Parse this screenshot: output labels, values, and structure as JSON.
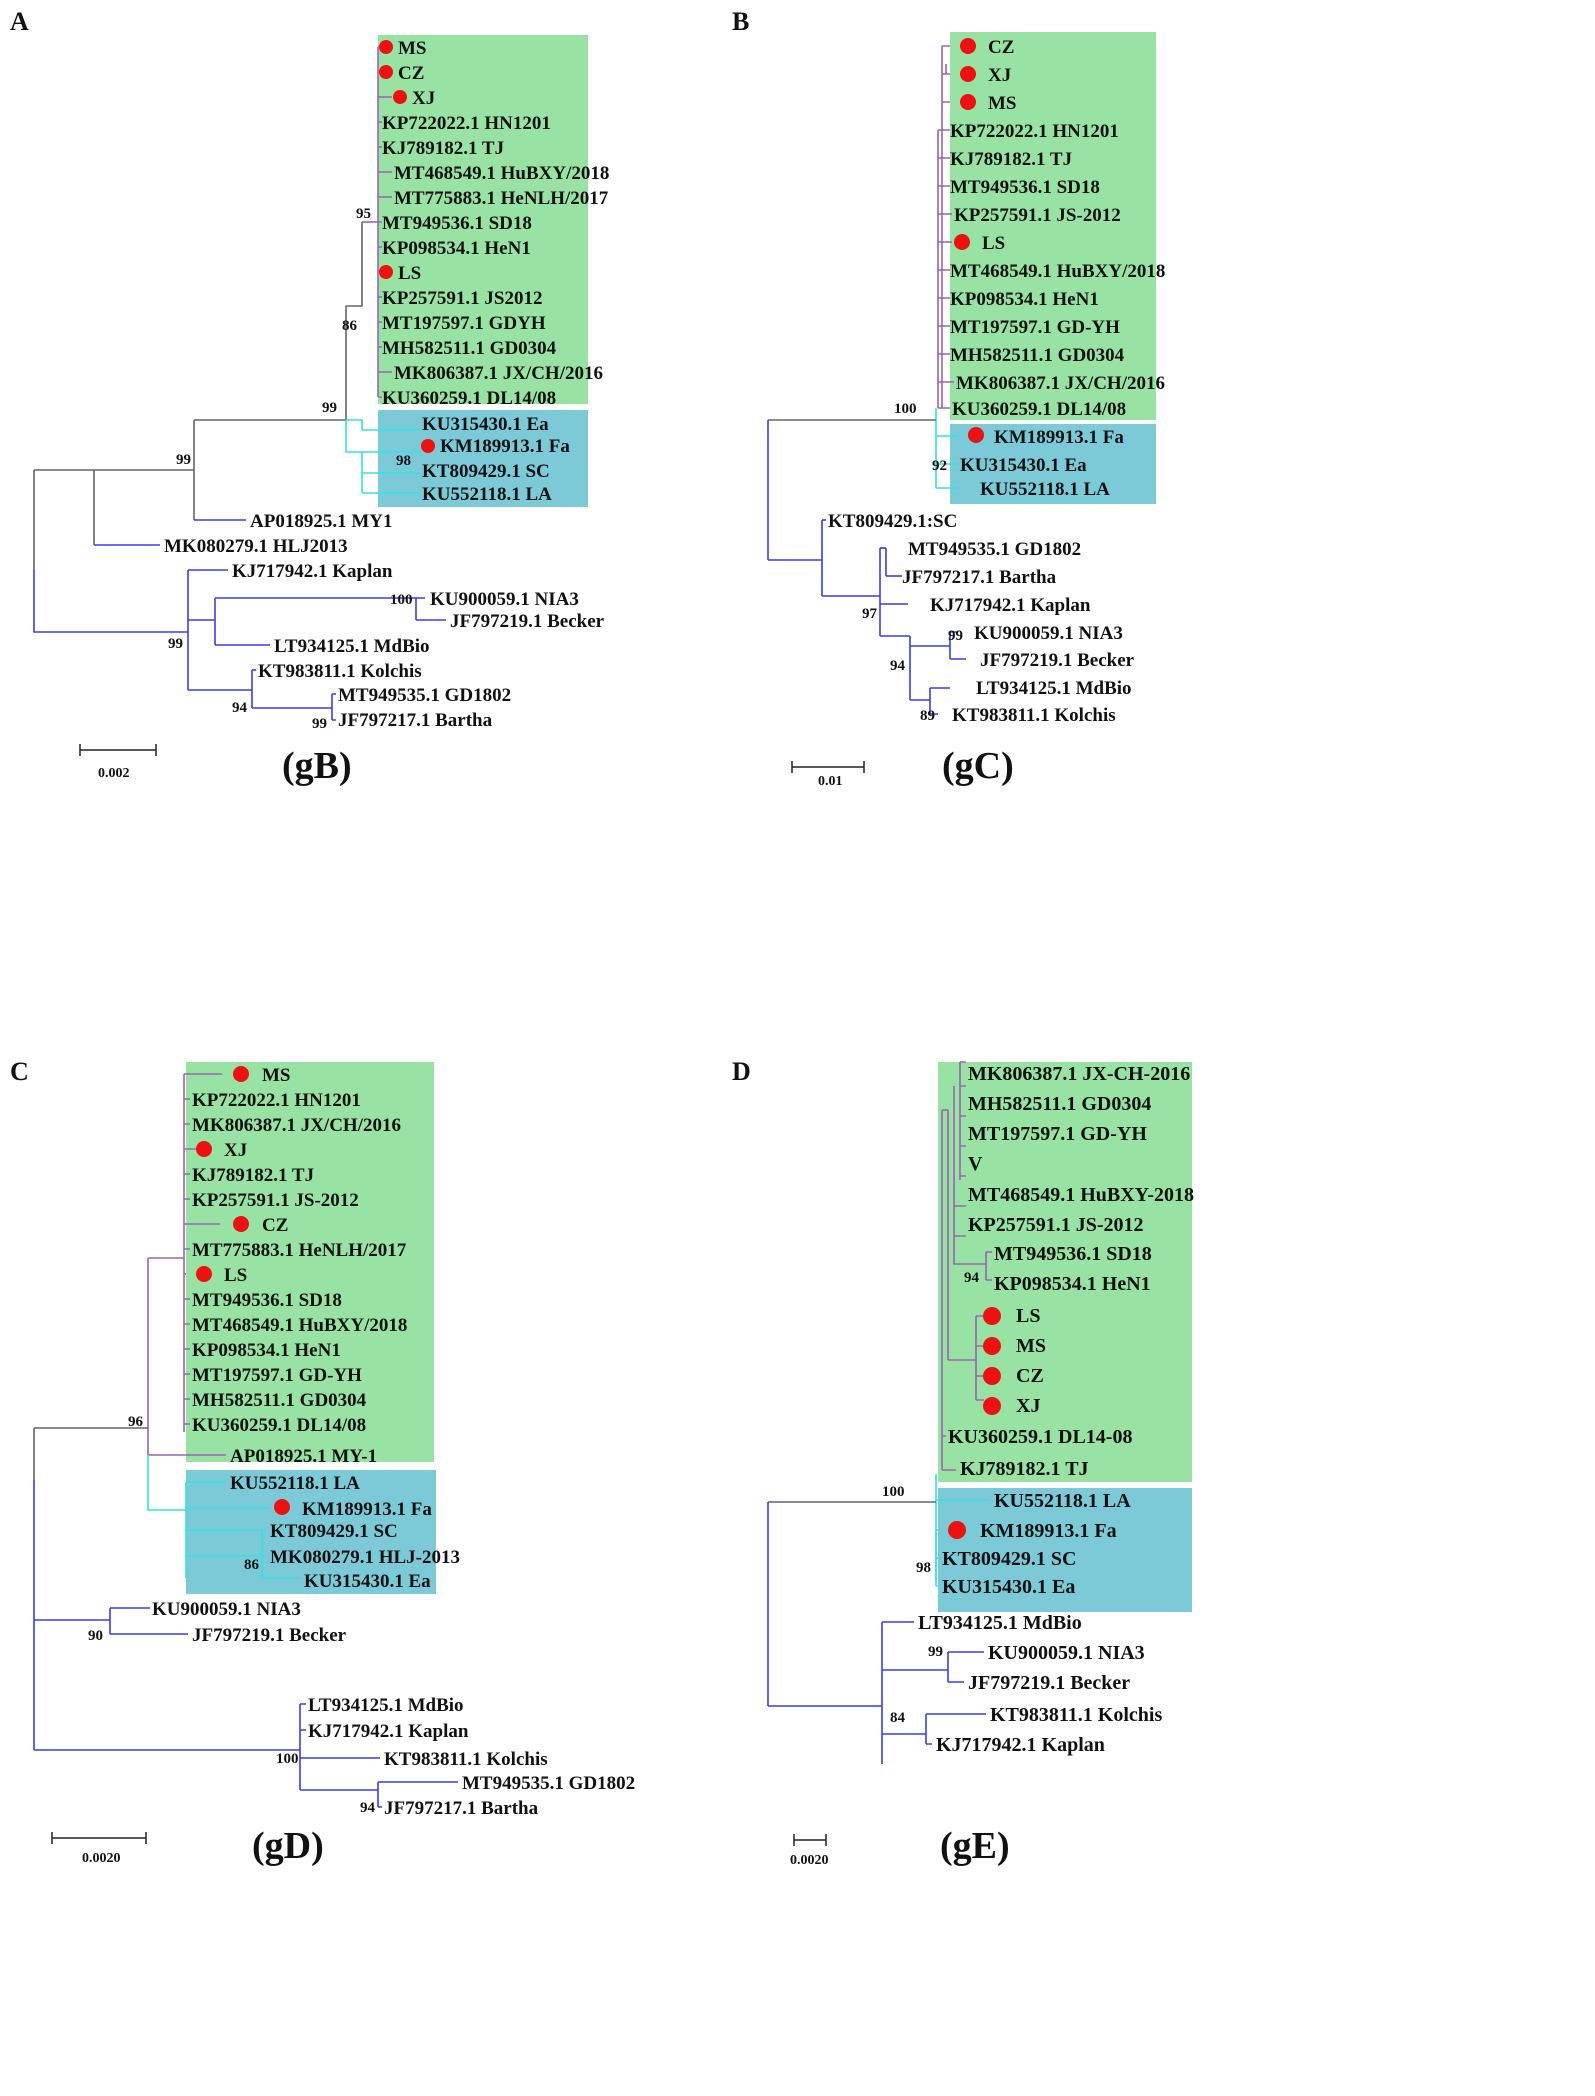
{
  "colors": {
    "green_box": "#98e2a4",
    "blue_box": "#7ccad8",
    "purple_branch": "#9a64b4",
    "cyan_branch": "#35e1e6",
    "blue_branch": "#3c3ce8",
    "gray_branch": "#666666",
    "marker": "#ee1111",
    "text": "#111111"
  },
  "icons": {
    "marker": "red-dot-icon"
  },
  "panels": [
    {
      "id": "A",
      "letter": "A",
      "gene": "(gB)",
      "scale": "0.002",
      "green_leaves": [
        {
          "label": "MS",
          "marker": true
        },
        {
          "label": "CZ",
          "marker": true
        },
        {
          "label": "XJ",
          "marker": true
        },
        {
          "label": "KP722022.1 HN1201",
          "marker": false
        },
        {
          "label": "KJ789182.1 TJ",
          "marker": false
        },
        {
          "label": "MT468549.1 HuBXY/2018",
          "marker": false
        },
        {
          "label": "MT775883.1 HeNLH/2017",
          "marker": false
        },
        {
          "label": "MT949536.1 SD18",
          "marker": false
        },
        {
          "label": "KP098534.1 HeN1",
          "marker": false
        },
        {
          "label": "LS",
          "marker": true
        },
        {
          "label": "KP257591.1 JS2012",
          "marker": false
        },
        {
          "label": "MT197597.1 GDYH",
          "marker": false
        },
        {
          "label": "MH582511.1 GD0304",
          "marker": false
        },
        {
          "label": "MK806387.1 JX/CH/2016",
          "marker": false
        },
        {
          "label": "KU360259.1 DL14/08",
          "marker": false
        }
      ],
      "blue_leaves": [
        {
          "label": "KU315430.1 Ea",
          "marker": false
        },
        {
          "label": "KM189913.1 Fa",
          "marker": true
        },
        {
          "label": "KT809429.1 SC",
          "marker": false
        },
        {
          "label": "KU552118.1 LA",
          "marker": false
        }
      ],
      "outer_leaves": [
        {
          "label": "AP018925.1 MY1"
        },
        {
          "label": "MK080279.1 HLJ2013"
        },
        {
          "label": "KJ717942.1 Kaplan"
        },
        {
          "label": "KU900059.1 NIA3"
        },
        {
          "label": "JF797219.1 Becker"
        },
        {
          "label": "LT934125.1 MdBio"
        },
        {
          "label": "KT983811.1 Kolchis"
        },
        {
          "label": "MT949535.1 GD1802"
        },
        {
          "label": "JF797217.1 Bartha"
        }
      ],
      "bootstrap": [
        "95",
        "86",
        "99",
        "98",
        "99",
        "100",
        "99",
        "94",
        "99"
      ]
    },
    {
      "id": "B",
      "letter": "B",
      "gene": "(gC)",
      "scale": "0.01",
      "green_leaves": [
        {
          "label": "CZ",
          "marker": true
        },
        {
          "label": "XJ",
          "marker": true
        },
        {
          "label": "MS",
          "marker": true
        },
        {
          "label": "KP722022.1 HN1201",
          "marker": false
        },
        {
          "label": "KJ789182.1 TJ",
          "marker": false
        },
        {
          "label": "MT949536.1 SD18",
          "marker": false
        },
        {
          "label": "KP257591.1 JS-2012",
          "marker": false
        },
        {
          "label": "LS",
          "marker": true
        },
        {
          "label": "MT468549.1 HuBXY/2018",
          "marker": false
        },
        {
          "label": "KP098534.1 HeN1",
          "marker": false
        },
        {
          "label": "MT197597.1 GD-YH",
          "marker": false
        },
        {
          "label": "MH582511.1 GD0304",
          "marker": false
        },
        {
          "label": "MK806387.1 JX/CH/2016",
          "marker": false
        },
        {
          "label": "KU360259.1 DL14/08",
          "marker": false
        }
      ],
      "blue_leaves": [
        {
          "label": "KM189913.1 Fa",
          "marker": true
        },
        {
          "label": "KU315430.1 Ea",
          "marker": false
        },
        {
          "label": "KU552118.1 LA",
          "marker": false
        }
      ],
      "outer_leaves": [
        {
          "label": "KT809429.1:SC"
        },
        {
          "label": "MT949535.1 GD1802"
        },
        {
          "label": "JF797217.1 Bartha"
        },
        {
          "label": "KJ717942.1 Kaplan"
        },
        {
          "label": "KU900059.1 NIA3"
        },
        {
          "label": "JF797219.1 Becker"
        },
        {
          "label": "LT934125.1 MdBio"
        },
        {
          "label": "KT983811.1 Kolchis"
        }
      ],
      "bootstrap": [
        "100",
        "92",
        "97",
        "99",
        "94",
        "89"
      ]
    },
    {
      "id": "C",
      "letter": "C",
      "gene": "(gD)",
      "scale": "0.0020",
      "green_leaves": [
        {
          "label": "MS",
          "marker": true
        },
        {
          "label": "KP722022.1 HN1201",
          "marker": false
        },
        {
          "label": "MK806387.1 JX/CH/2016",
          "marker": false
        },
        {
          "label": "XJ",
          "marker": true
        },
        {
          "label": "KJ789182.1 TJ",
          "marker": false
        },
        {
          "label": "KP257591.1 JS-2012",
          "marker": false
        },
        {
          "label": "CZ",
          "marker": true
        },
        {
          "label": "MT775883.1 HeNLH/2017",
          "marker": false
        },
        {
          "label": "LS",
          "marker": true
        },
        {
          "label": "MT949536.1 SD18",
          "marker": false
        },
        {
          "label": "MT468549.1 HuBXY/2018",
          "marker": false
        },
        {
          "label": "KP098534.1 HeN1",
          "marker": false
        },
        {
          "label": "MT197597.1 GD-YH",
          "marker": false
        },
        {
          "label": "MH582511.1 GD0304",
          "marker": false
        },
        {
          "label": "KU360259.1 DL14/08",
          "marker": false
        },
        {
          "label": "AP018925.1 MY-1",
          "marker": false
        }
      ],
      "blue_leaves": [
        {
          "label": "KU552118.1 LA",
          "marker": false
        },
        {
          "label": "KM189913.1 Fa",
          "marker": true
        },
        {
          "label": "KT809429.1 SC",
          "marker": false
        },
        {
          "label": "MK080279.1 HLJ-2013",
          "marker": false
        },
        {
          "label": "KU315430.1 Ea",
          "marker": false
        }
      ],
      "outer_leaves": [
        {
          "label": "KU900059.1 NIA3"
        },
        {
          "label": "JF797219.1 Becker"
        },
        {
          "label": "LT934125.1 MdBio"
        },
        {
          "label": "KJ717942.1 Kaplan"
        },
        {
          "label": "KT983811.1 Kolchis"
        },
        {
          "label": "MT949535.1 GD1802"
        },
        {
          "label": "JF797217.1 Bartha"
        }
      ],
      "bootstrap": [
        "96",
        "86",
        "90",
        "100",
        "94"
      ]
    },
    {
      "id": "D",
      "letter": "D",
      "gene": "(gE)",
      "scale": "0.0020",
      "green_leaves": [
        {
          "label": "MK806387.1 JX-CH-2016",
          "marker": false
        },
        {
          "label": "MH582511.1 GD0304",
          "marker": false
        },
        {
          "label": "MT197597.1 GD-YH",
          "marker": false
        },
        {
          "label": "V",
          "marker": false
        },
        {
          "label": "MT468549.1 HuBXY-2018",
          "marker": false
        },
        {
          "label": "KP257591.1 JS-2012",
          "marker": false
        },
        {
          "label": "MT949536.1 SD18",
          "marker": false
        },
        {
          "label": "KP098534.1 HeN1",
          "marker": false
        },
        {
          "label": "LS",
          "marker": true
        },
        {
          "label": "MS",
          "marker": true
        },
        {
          "label": "CZ",
          "marker": true
        },
        {
          "label": "XJ",
          "marker": true
        },
        {
          "label": "KU360259.1 DL14-08",
          "marker": false
        },
        {
          "label": "KJ789182.1 TJ",
          "marker": false
        }
      ],
      "blue_leaves": [
        {
          "label": "KU552118.1 LA",
          "marker": false
        },
        {
          "label": "KM189913.1 Fa",
          "marker": true
        },
        {
          "label": "KT809429.1 SC",
          "marker": false
        },
        {
          "label": "KU315430.1 Ea",
          "marker": false
        }
      ],
      "outer_leaves": [
        {
          "label": "LT934125.1 MdBio"
        },
        {
          "label": "KU900059.1 NIA3"
        },
        {
          "label": "JF797219.1 Becker"
        },
        {
          "label": "KT983811.1 Kolchis"
        },
        {
          "label": "KJ717942.1 Kaplan"
        }
      ],
      "bootstrap": [
        "94",
        "100",
        "98",
        "99",
        "84"
      ]
    }
  ]
}
